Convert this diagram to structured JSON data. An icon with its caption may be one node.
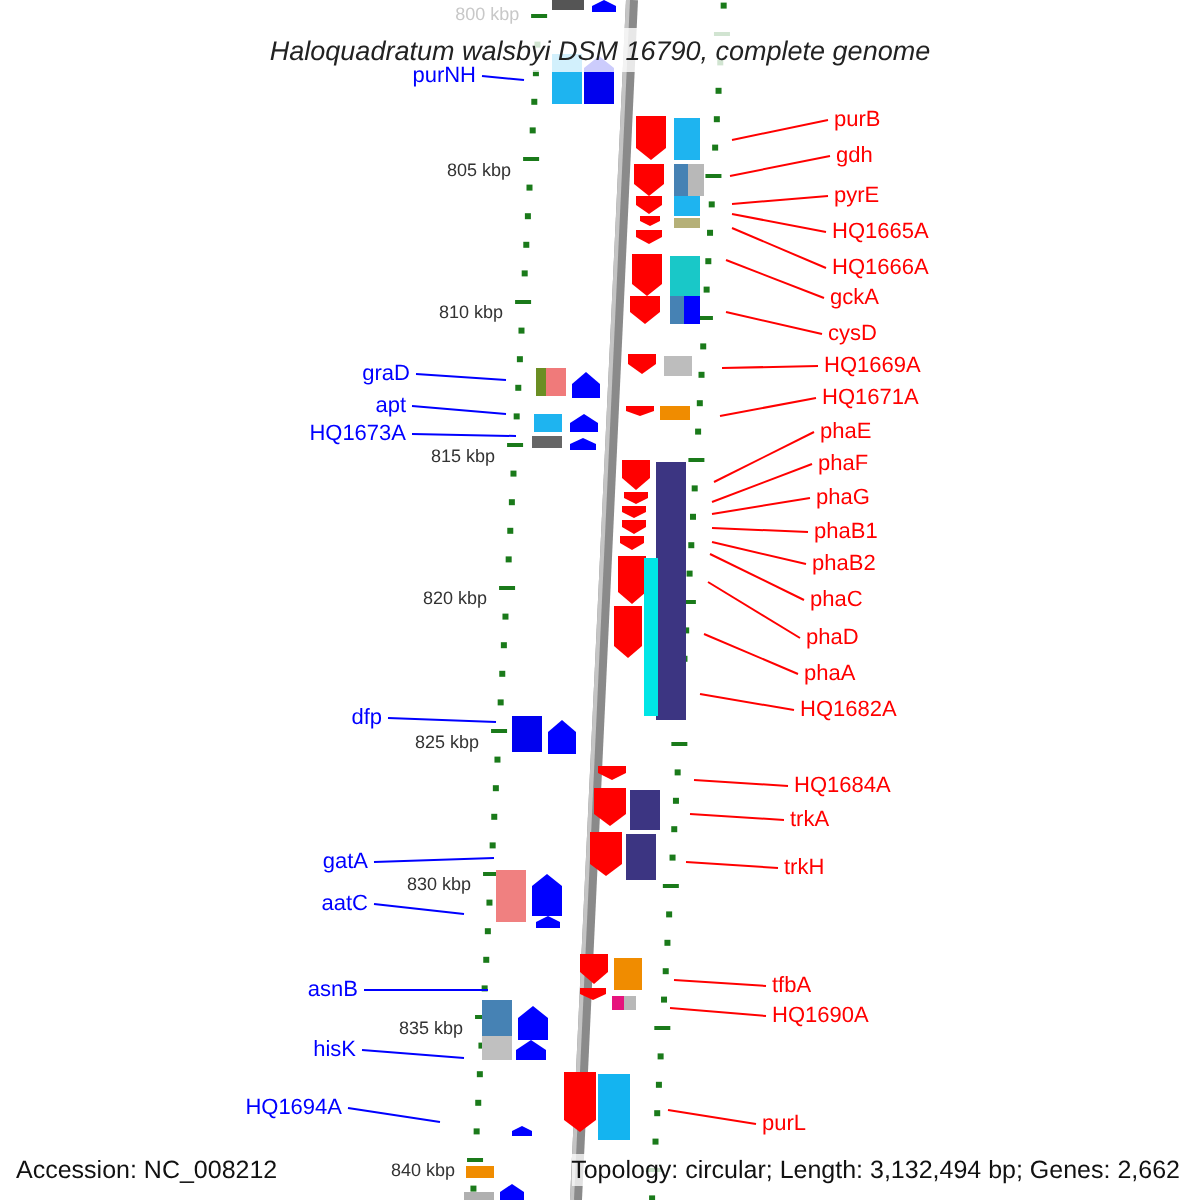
{
  "diagram": {
    "title": "Haloquadratum walsbyi DSM 16790, complete genome",
    "nodes": [
      {
        "text": [
          "purNH"
        ]
      },
      {
        "text": [
          "purB"
        ]
      },
      {
        "text": [
          "gdh"
        ]
      },
      {
        "text": [
          "pyrE"
        ]
      },
      {
        "text": [
          "HQ1665A"
        ]
      },
      {
        "text": [
          "HQ1666A"
        ]
      },
      {
        "text": [
          "gckA"
        ]
      },
      {
        "text": [
          "cysD"
        ]
      },
      {
        "text": [
          "HQ1669A"
        ]
      },
      {
        "text": [
          "graD"
        ]
      },
      {
        "text": [
          "HQ1671A"
        ]
      },
      {
        "text": [
          "apt"
        ]
      },
      {
        "text": [
          "phaE"
        ]
      },
      {
        "text": [
          "HQ1673A"
        ]
      },
      {
        "text": [
          "phaF"
        ]
      },
      {
        "text": [
          "phaG"
        ]
      },
      {
        "text": [
          "phaB1"
        ]
      },
      {
        "text": [
          "phaB2"
        ]
      },
      {
        "text": [
          "phaC"
        ]
      },
      {
        "text": [
          "phaD"
        ]
      },
      {
        "text": [
          "phaA"
        ]
      },
      {
        "text": [
          "HQ1682A"
        ]
      },
      {
        "text": [
          "dfp"
        ]
      },
      {
        "text": [
          "HQ1684A"
        ]
      },
      {
        "text": [
          "trkA"
        ]
      },
      {
        "text": [
          "gatA"
        ]
      },
      {
        "text": [
          "trkH"
        ]
      },
      {
        "text": [
          "aatC"
        ]
      },
      {
        "text": [
          "tfbA"
        ]
      },
      {
        "text": [
          "asnB"
        ]
      },
      {
        "text": [
          "HQ1690A"
        ]
      },
      {
        "text": [
          "hisK"
        ]
      },
      {
        "text": [
          "HQ1694A"
        ]
      },
      {
        "text": [
          "purL"
        ]
      }
    ],
    "edges": [
      {
        "from": 0,
        "to": null,
        "arrow": "none",
        "color": "#0000ff"
      },
      {
        "from": 1,
        "to": null,
        "arrow": "none"
      },
      {
        "from": 2,
        "to": null,
        "arrow": "none"
      },
      {
        "from": 3,
        "to": null,
        "arrow": "none"
      },
      {
        "from": 4,
        "to": null,
        "arrow": "none"
      },
      {
        "from": 5,
        "to": null,
        "arrow": "none"
      },
      {
        "from": 6,
        "to": null,
        "arrow": "none"
      },
      {
        "from": 7,
        "to": null,
        "arrow": "none"
      },
      {
        "from": 8,
        "to": null,
        "arrow": "none"
      },
      {
        "from": 9,
        "to": null,
        "arrow": "none",
        "color": "#0000ff"
      },
      {
        "from": 10,
        "to": null,
        "arrow": "none"
      },
      {
        "from": 11,
        "to": null,
        "arrow": "none",
        "color": "#0000ff"
      },
      {
        "from": 12,
        "to": null,
        "arrow": "none"
      },
      {
        "from": 13,
        "to": null,
        "arrow": "none",
        "color": "#0000ff"
      },
      {
        "from": 14,
        "to": null,
        "arrow": "none"
      },
      {
        "from": 15,
        "to": null,
        "arrow": "none"
      },
      {
        "from": 16,
        "to": null,
        "arrow": "none"
      },
      {
        "from": 17,
        "to": null,
        "arrow": "none"
      },
      {
        "from": 18,
        "to": null,
        "arrow": "none"
      },
      {
        "from": 19,
        "to": null,
        "arrow": "none"
      },
      {
        "from": 20,
        "to": null,
        "arrow": "none"
      },
      {
        "from": 21,
        "to": null,
        "arrow": "none"
      },
      {
        "from": 22,
        "to": null,
        "arrow": "none",
        "color": "#0000ff"
      },
      {
        "from": 23,
        "to": null,
        "arrow": "none"
      },
      {
        "from": 24,
        "to": null,
        "arrow": "none"
      },
      {
        "from": 25,
        "to": null,
        "arrow": "none",
        "color": "#0000ff"
      },
      {
        "from": 26,
        "to": null,
        "arrow": "none"
      },
      {
        "from": 27,
        "to": null,
        "arrow": "none",
        "color": "#0000ff"
      },
      {
        "from": 28,
        "to": null,
        "arrow": "none"
      },
      {
        "from": 29,
        "to": null,
        "arrow": "none",
        "color": "#0000ff"
      },
      {
        "from": 30,
        "to": null,
        "arrow": "none"
      },
      {
        "from": 31,
        "to": null,
        "arrow": "none",
        "color": "#0000ff"
      },
      {
        "from": 32,
        "to": null,
        "arrow": "none",
        "color": "#0000ff"
      },
      {
        "from": 33,
        "to": null,
        "arrow": "none"
      }
    ],
    "labels": [
      "800 kbp",
      "805 kbp",
      "810 kbp",
      "815 kbp",
      "820 kbp",
      "825 kbp",
      "830 kbp",
      "835 kbp",
      "840 kbp",
      "Accession: NC_008212",
      "Topology: circular; Length: 3,132,494 bp; Genes: 2,662"
    ]
  }
}
